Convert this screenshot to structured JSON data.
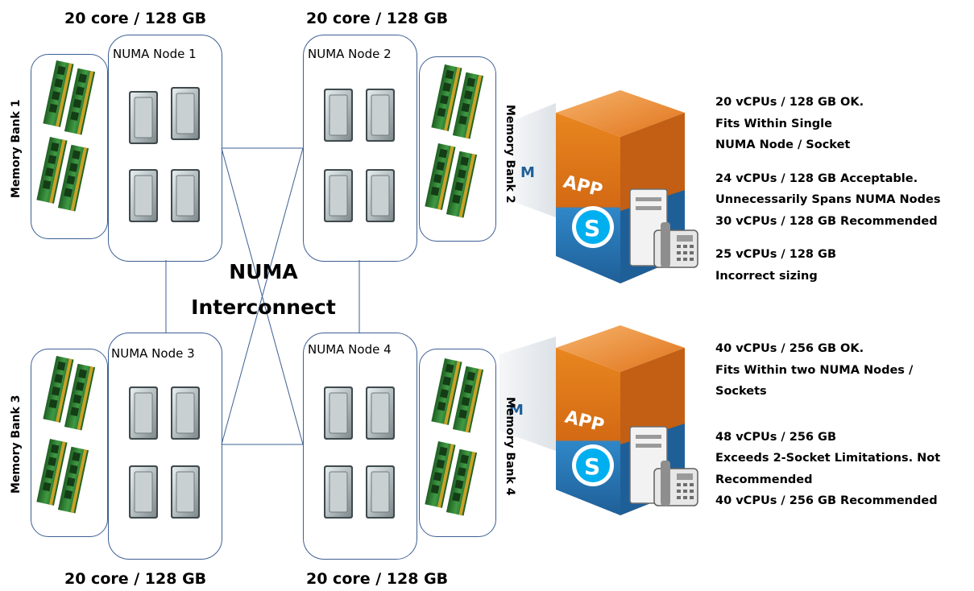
{
  "core_labels": {
    "top_left": "20 core / 128 GB",
    "top_right": "20 core / 128 GB",
    "bottom_left": "20 core / 128 GB",
    "bottom_right": "20 core / 128 GB"
  },
  "nodes": {
    "node1": "NUMA Node 1",
    "node2": "NUMA Node 2",
    "node3": "NUMA Node 3",
    "node4": "NUMA Node 4"
  },
  "banks": {
    "bank1": "Memory Bank 1",
    "bank2": "Memory Bank 2",
    "bank3": "Memory Bank 3",
    "bank4": "Memory Bank 4"
  },
  "interconnect": {
    "line1": "NUMA",
    "line2": "Interconnect"
  },
  "app_box": {
    "label": "APP",
    "vm_fragment": "M"
  },
  "notes_top": [
    "20 vCPUs / 128 GB OK.",
    "Fits Within Single",
    "NUMA Node / Socket",
    "",
    "24 vCPUs / 128 GB Acceptable.",
    "Unnecessarily  Spans NUMA Nodes",
    "30 vCPUs / 128 GB Recommended",
    "",
    "25 vCPUs / 128 GB",
    "Incorrect sizing"
  ],
  "notes_bottom": [
    "40 vCPUs / 256 GB OK.",
    "Fits Within two NUMA Nodes /",
    "Sockets",
    "",
    "48 vCPUs / 256 GB",
    "Exceeds 2-Socket Limitations. Not",
    "Recommended",
    "40 vCPUs / 256 GB Recommended"
  ],
  "colors": {
    "box_border": "#3c5f93",
    "ram_green": "#2f7d32",
    "ram_gold": "#c9a227",
    "cpu_gray": "#9aa3a6",
    "app_orange": "#e87a1e",
    "app_blue": "#2f87c8",
    "skype_blue": "#00aff0"
  }
}
